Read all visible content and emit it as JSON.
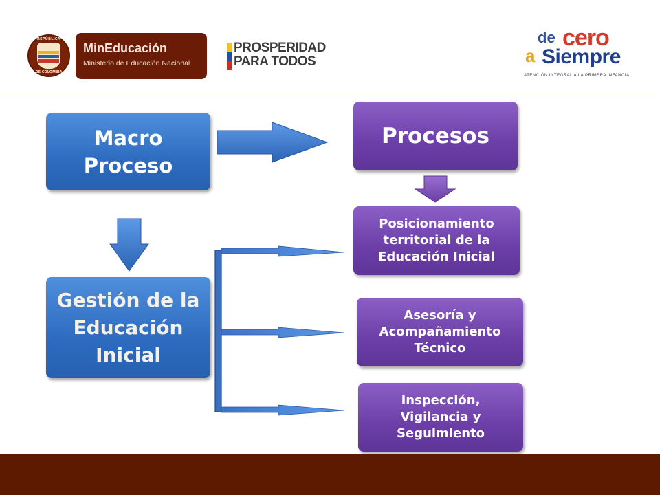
{
  "header": {
    "seal_text_top": "REPÚBLICA",
    "seal_text_bottom": "DE COLOMBIA",
    "mineducacion_title": "MinEducación",
    "mineducacion_subtitle": "Ministerio de Educación Nacional",
    "prosperidad_line1": "PROSPERIDAD",
    "prosperidad_line2": "PARA TODOS",
    "cero_de": "de",
    "cero_cero": "cero",
    "cero_a": "a",
    "cero_siempre": "Siempre",
    "cero_tagline": "ATENCIÓN INTEGRAL A LA PRIMERA INFANCIA"
  },
  "diagram": {
    "macro_proceso": "Macro Proceso",
    "procesos": "Procesos",
    "gestion": "Gestión de la Educación Inicial",
    "process_items": [
      "Posicionamiento territorial de la Educación Inicial",
      "Asesoría y Acompañamiento Técnico",
      "Inspección, Vigilancia y Seguimiento"
    ]
  },
  "colors": {
    "blue_box": "#2e6cc0",
    "purple_box": "#6c3fa8",
    "footer": "#5e1a00",
    "brand_maroon": "#6b1c07"
  }
}
